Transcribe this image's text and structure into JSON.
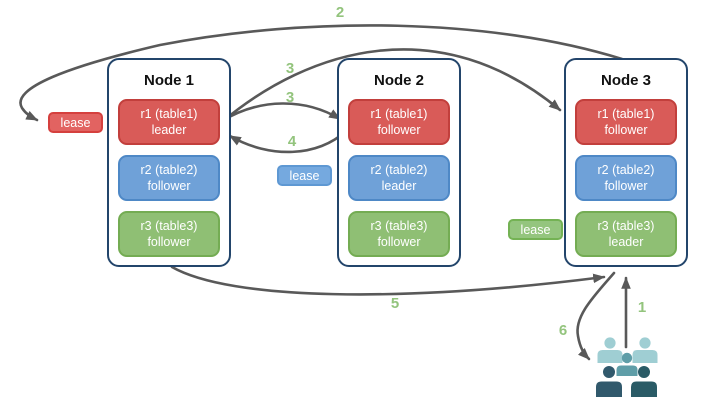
{
  "diagram": {
    "nodes": [
      {
        "title": "Node 1",
        "replicas": [
          {
            "line1": "r1 (table1)",
            "line2": "leader",
            "color": "red"
          },
          {
            "line1": "r2 (table2)",
            "line2": "follower",
            "color": "blue"
          },
          {
            "line1": "r3 (table3)",
            "line2": "follower",
            "color": "green"
          }
        ]
      },
      {
        "title": "Node 2",
        "replicas": [
          {
            "line1": "r1 (table1)",
            "line2": "follower",
            "color": "red"
          },
          {
            "line1": "r2 (table2)",
            "line2": "leader",
            "color": "blue"
          },
          {
            "line1": "r3 (table3)",
            "line2": "follower",
            "color": "green"
          }
        ]
      },
      {
        "title": "Node 3",
        "replicas": [
          {
            "line1": "r1 (table1)",
            "line2": "follower",
            "color": "red"
          },
          {
            "line1": "r2 (table2)",
            "line2": "follower",
            "color": "blue"
          },
          {
            "line1": "r3 (table3)",
            "line2": "leader",
            "color": "green"
          }
        ]
      }
    ],
    "leases": [
      {
        "label": "lease",
        "color": "red"
      },
      {
        "label": "lease",
        "color": "blue"
      },
      {
        "label": "lease",
        "color": "green"
      }
    ],
    "steps": [
      {
        "label": "1"
      },
      {
        "label": "2"
      },
      {
        "label": "3"
      },
      {
        "label": "3"
      },
      {
        "label": "4"
      },
      {
        "label": "5"
      },
      {
        "label": "6"
      }
    ],
    "icons": {
      "users": "users-icon"
    },
    "colors": {
      "replica_red": "#D95B58",
      "replica_red_border": "#C23F3C",
      "replica_blue": "#6FA1D8",
      "replica_blue_border": "#4E88C6",
      "replica_green": "#8FBF74",
      "replica_green_border": "#74AC53",
      "lease_red": "#E26361",
      "lease_blue": "#75A9DF",
      "lease_green": "#94C57E",
      "node_border": "#23456B",
      "arrow": "#595959",
      "step_number": "#93C47D",
      "users_light": "#9FCED3",
      "users_medium": "#5F9EA8",
      "users_dark_left": "#31596C",
      "users_dark_right": "#2A5B66"
    }
  }
}
